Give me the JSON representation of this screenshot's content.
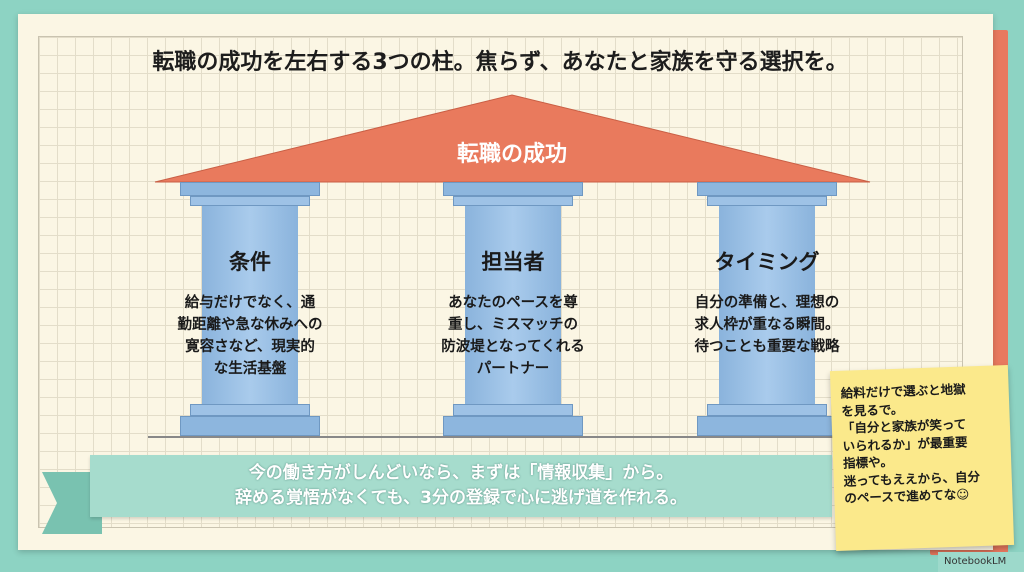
{
  "title": "転職の成功を左右する3つの柱。焦らず、あなたと家族を守る選択を。",
  "roof_label": "転職の成功",
  "pillars": [
    {
      "title": "条件",
      "desc": "給与だけでなく、通\n勤距離や急な休みへの\n寛容さなど、現実的\nな生活基盤"
    },
    {
      "title": "担当者",
      "desc": "あなたのペースを尊\n重し、ミスマッチの\n防波堤となってくれる\nパートナー"
    },
    {
      "title": "タイミング",
      "desc": "自分の準備と、理想の\n求人枠が重なる瞬間。\n待つことも重要な戦略"
    }
  ],
  "banner": {
    "line1": "今の働き方がしんどいなら、まずは「情報収集」から。",
    "line2": "辞める覚悟がなくても、3分の登録で心に逃げ道を作れる。"
  },
  "sticky_note": "給料だけで選ぶと地獄\nを見るで。\n「自分と家族が笑って\nいられるか」が最重要\n指標や。\n迷ってもええから、自分\nのペースで進めてな☺",
  "watermark": "NotebookLM",
  "colors": {
    "roof": "#e97a5d",
    "pillar": "#8db6de",
    "banner": "#a6dccd",
    "note": "#fbe98b"
  }
}
